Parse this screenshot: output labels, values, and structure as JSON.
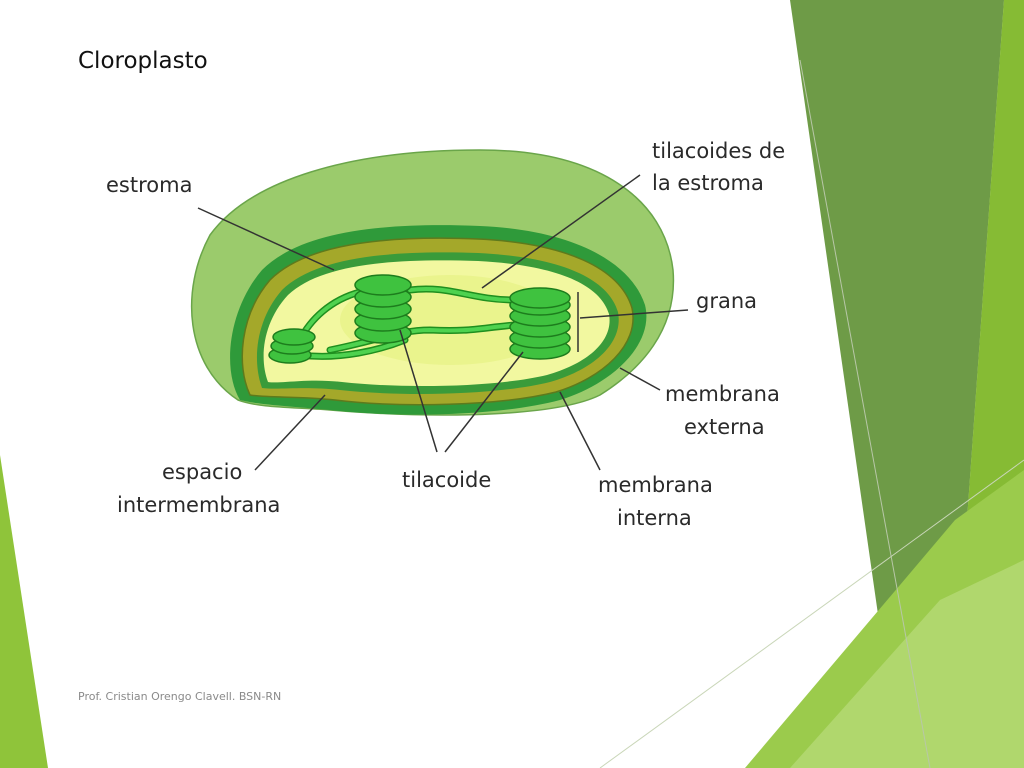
{
  "slide": {
    "title": "Cloroplasto",
    "footer": "Prof. Cristian Orengo Clavell. BSN-RN"
  },
  "diagram": {
    "labels": {
      "estroma": "estroma",
      "tilacoides_line1": "tilacoides de",
      "tilacoides_line2": "la estroma",
      "grana": "grana",
      "membrana_externa_line1": "membrana",
      "membrana_externa_line2": "externa",
      "espacio_line1": "espacio",
      "espacio_line2": "intermembrana",
      "tilacoide": "tilacoide",
      "membrana_interna_line1": "membrana",
      "membrana_interna_line2": "interna"
    }
  },
  "colors": {
    "outer_membrane": "#9bcb6c",
    "inner_membrane": "#a4a82a",
    "stroma": "#f2f8a0",
    "thylakoid": "#3fc23f",
    "accent_dark": "#5f8f3a",
    "accent_light": "#8fc43a"
  }
}
